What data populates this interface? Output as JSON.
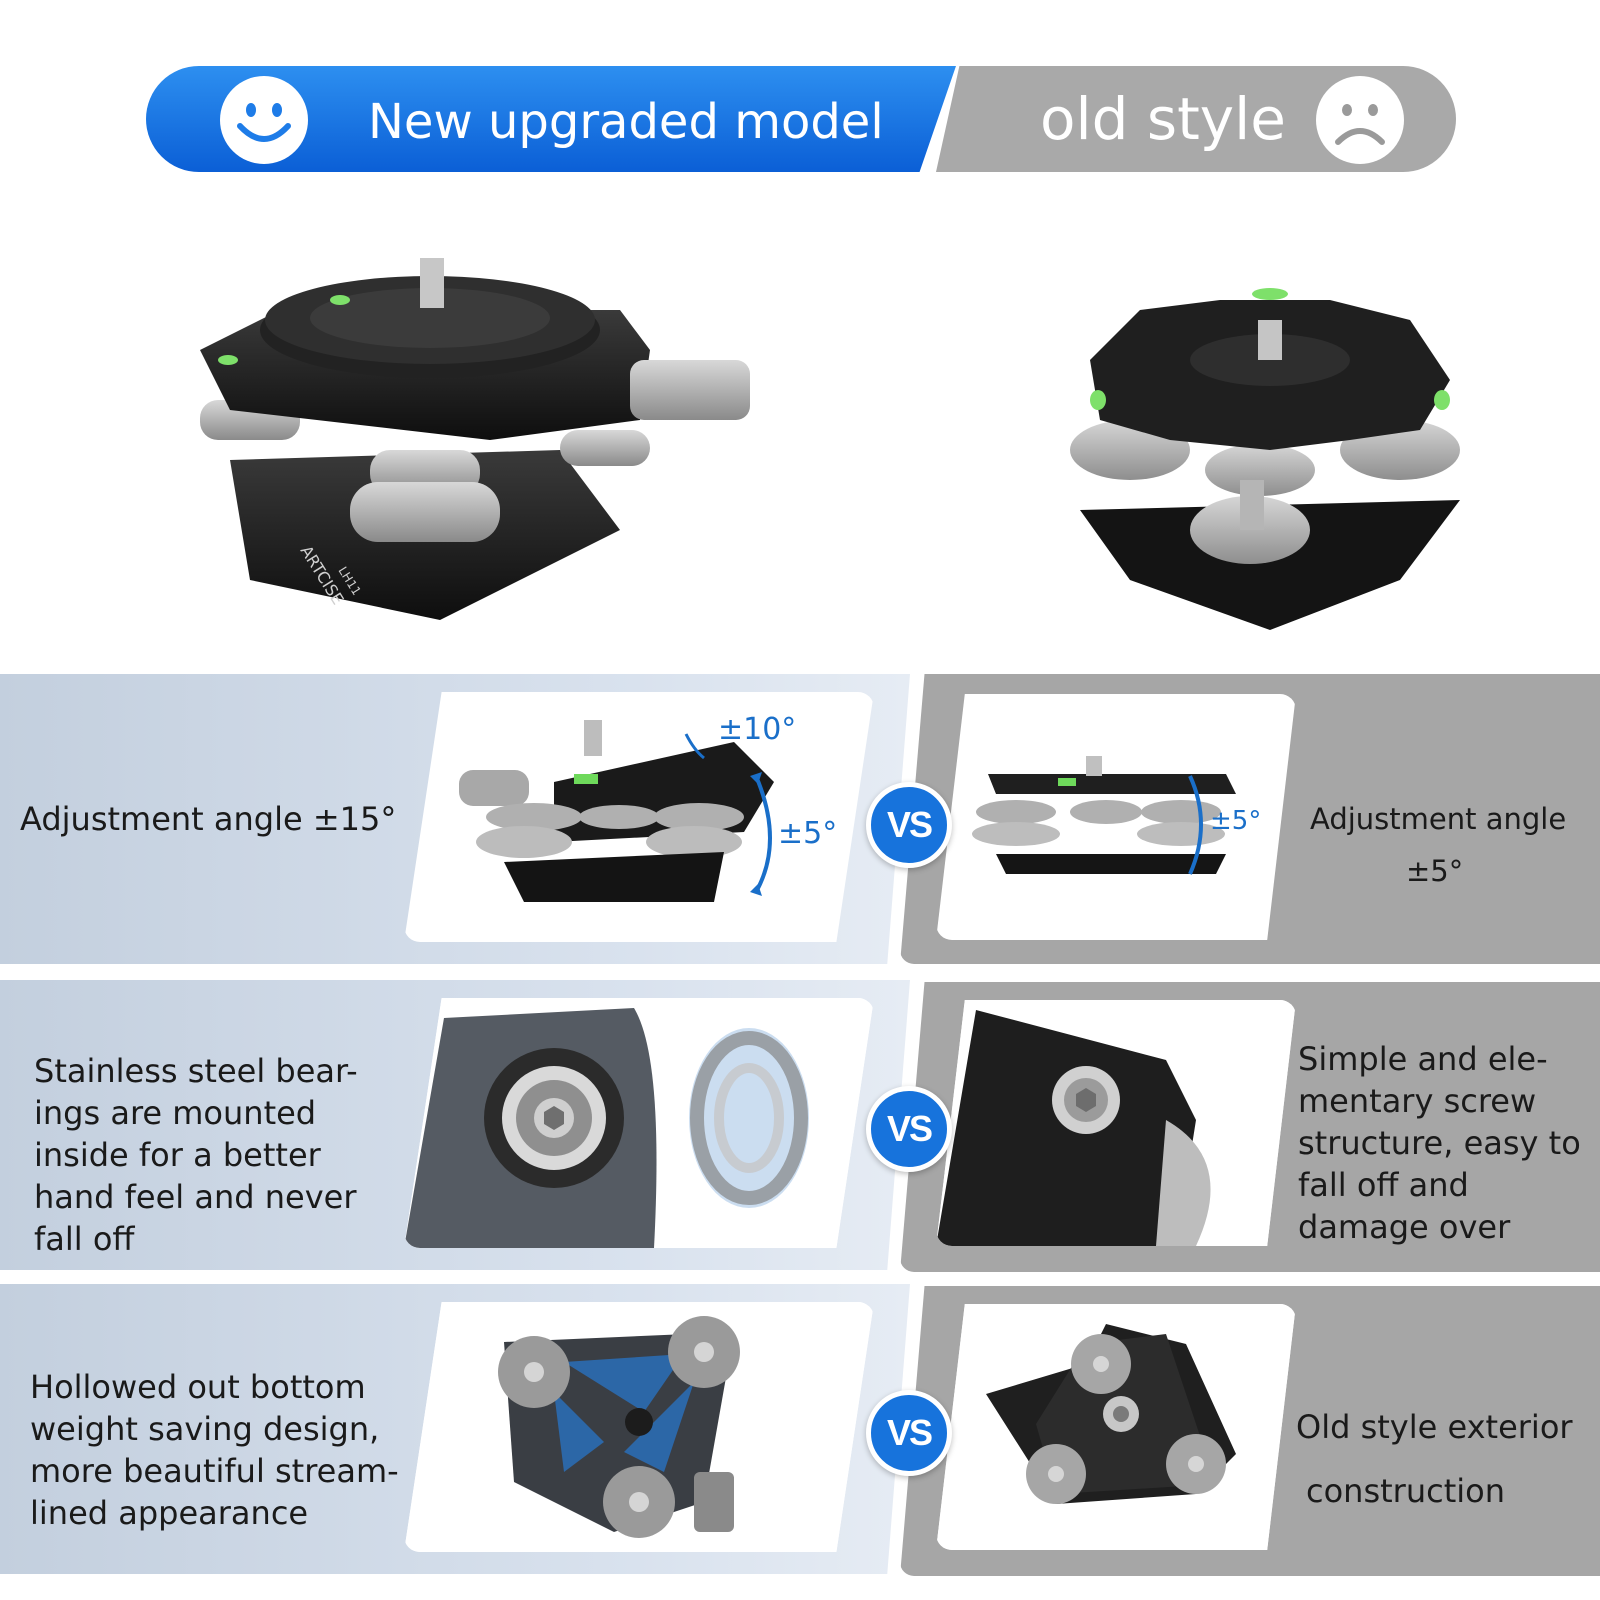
{
  "header": {
    "new_label": "New upgraded model",
    "old_label": "old style",
    "new_color": "#0b5fd6",
    "old_color": "#a9a9a9",
    "new_icon": "smiley-face-icon",
    "old_icon": "sad-face-icon"
  },
  "hero": {
    "new_brand": "ARTCISE",
    "new_model": "LH11"
  },
  "rows": [
    {
      "left_text": "Adjustment angle ±15°",
      "new_tilt_label": "±10°",
      "new_rotate_label": "±5°",
      "old_rotate_label": "±5°",
      "right_text_line1": "Adjustment angle",
      "right_text_line2": "±5°"
    },
    {
      "left_lines": [
        "Stainless steel bear-",
        "ings are mounted",
        "inside for a better",
        "hand feel and never",
        "fall off"
      ],
      "right_lines": [
        "Simple and ele-",
        "mentary screw",
        "structure, easy to",
        "fall off and",
        "damage over"
      ]
    },
    {
      "left_lines": [
        "Hollowed out bottom",
        "weight saving design,",
        "more beautiful stream-",
        "lined appearance"
      ],
      "right_line1": "Old style exterior",
      "right_line2": "construction"
    }
  ],
  "vs_label": "VS",
  "accent_color": "#1773dc"
}
